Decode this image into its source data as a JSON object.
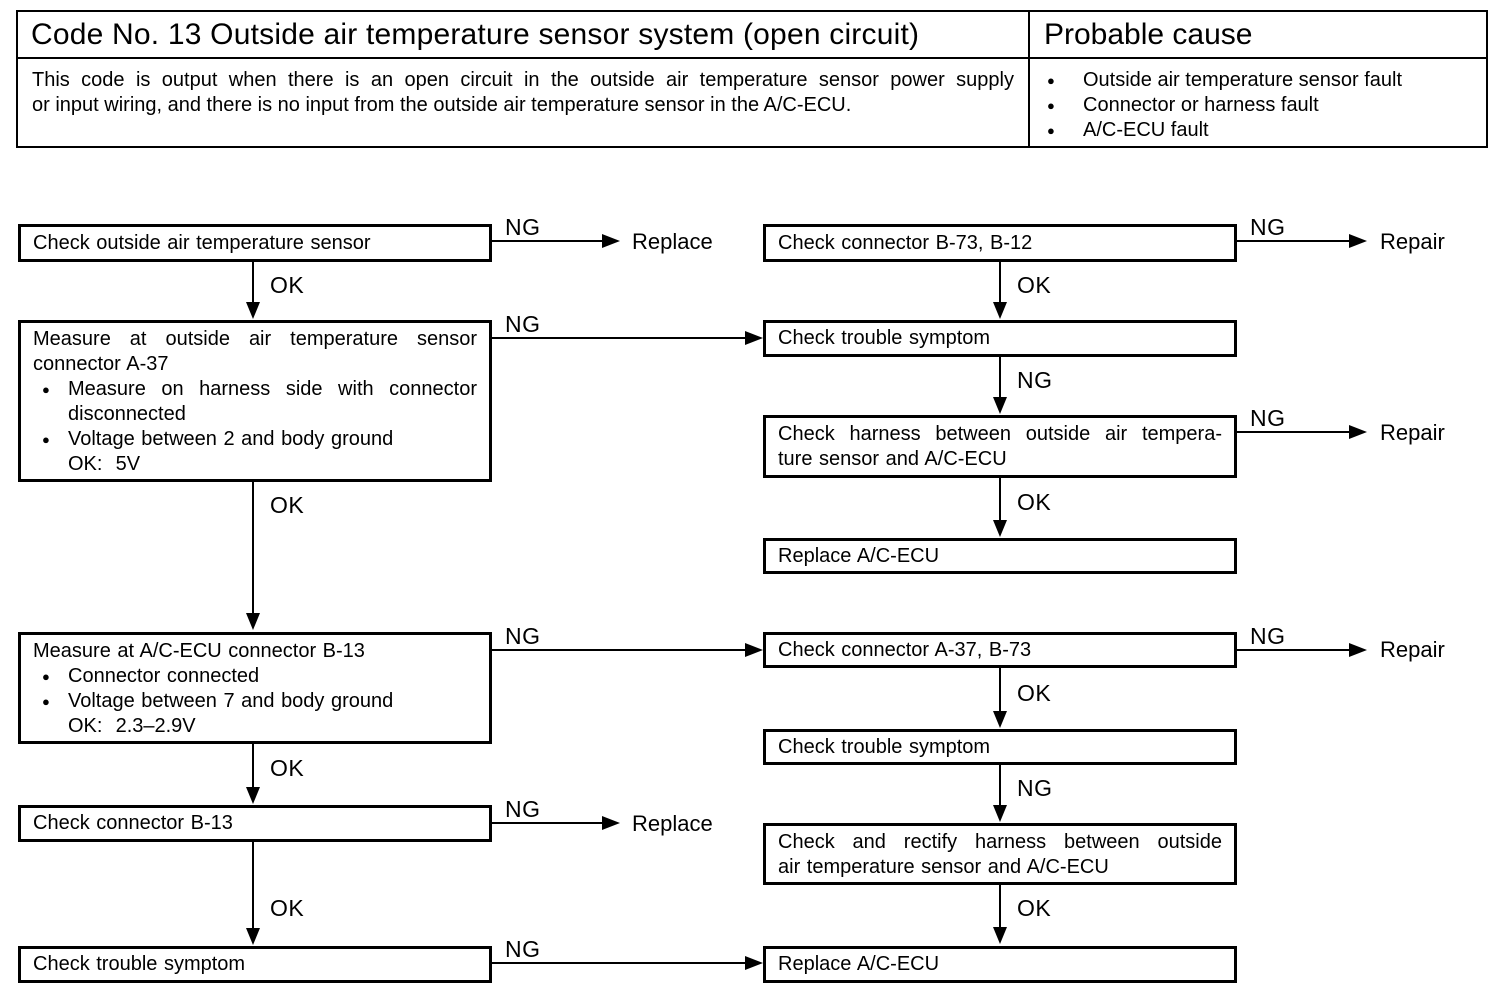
{
  "table": {
    "title": "Code No. 13 Outside air temperature sensor system (open circuit)",
    "probable_cause_title": "Probable cause",
    "description": {
      "line1": "This code is output when there is an open circuit in the outside air temperature sensor power supply",
      "line2": "or input wiring, and there is no input from the outside air temperature sensor in the A/C-ECU."
    },
    "causes": [
      "Outside air temperature sensor fault",
      "Connector or harness fault",
      "A/C-ECU fault"
    ]
  },
  "labels": {
    "ng": "NG",
    "ok": "OK",
    "replace": "Replace",
    "repair": "Repair"
  },
  "icons": {
    "bullet": "●"
  },
  "flow": {
    "check_outside_sensor": "Check outside air temperature sensor",
    "measure_a37": {
      "title_line1": "Measure at outside air temperature sensor",
      "title_line2": "connector A-37",
      "bullet1_line1": "Measure on harness side with connector",
      "bullet1_line2": "disconnected",
      "bullet2_line1": "Voltage between 2 and body ground",
      "bullet2_line2": "OK:  5V"
    },
    "measure_b13": {
      "title": "Measure at A/C-ECU connector B-13",
      "bullet1": "Connector connected",
      "bullet2_line1": "Voltage between 7 and body ground",
      "bullet2_line2": "OK:  2.3–2.9V"
    },
    "check_connector_b13": "Check connector B-13",
    "check_trouble_symptom_left": "Check trouble symptom",
    "check_connector_b73_b12": "Check connector B-73, B-12",
    "check_trouble_symptom_r1": "Check trouble symptom",
    "check_harness": {
      "line1": "Check harness between outside air tempera-",
      "line2": "ture sensor and A/C-ECU"
    },
    "replace_ecu_1": "Replace A/C-ECU",
    "check_connector_a37_b73": "Check connector A-37, B-73",
    "check_trouble_symptom_r2": "Check trouble symptom",
    "check_rectify_harness": {
      "line1": "Check and rectify harness between outside",
      "line2": "air temperature sensor and A/C-ECU"
    },
    "replace_ecu_2": "Replace A/C-ECU"
  }
}
